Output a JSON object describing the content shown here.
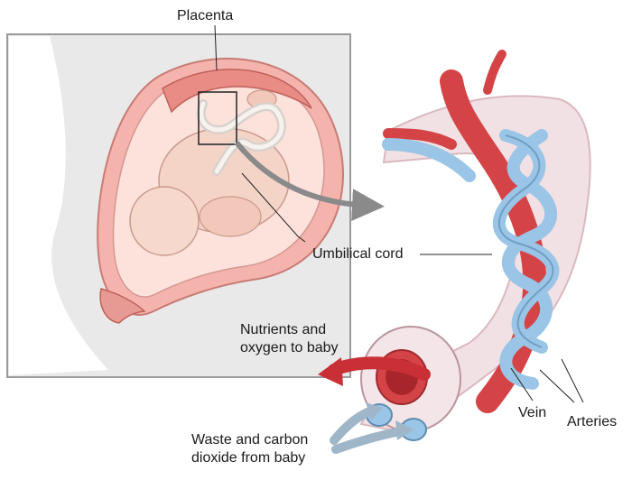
{
  "labels": {
    "placenta": "Placenta",
    "umbilical_cord": "Umbilical cord",
    "nutrients": [
      "Nutrients and",
      "oxygen to baby"
    ],
    "waste": [
      "Waste and carbon",
      "dioxide from baby"
    ],
    "vein": "Vein",
    "arteries": "Arteries"
  },
  "colors": {
    "uterus_wall": "#f4b4ad",
    "placenta": "#ea8c86",
    "fetus_skin": "#f5d4c8",
    "cord_sheath": "#f2e1e4",
    "vein": "#d44447",
    "artery": "#9ac5e6",
    "arrow_gray": "#8a8a8a",
    "arrow_red": "#c93036",
    "arrow_blue": "#9fb6c9",
    "panel_bg": "#e9e9e9"
  }
}
